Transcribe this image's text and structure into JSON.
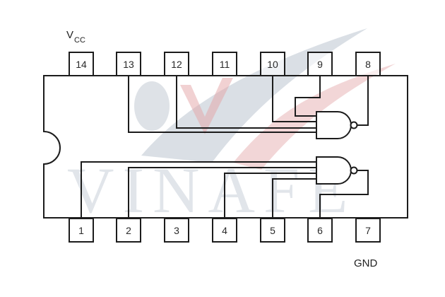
{
  "diagram": {
    "type": "ic-pinout",
    "package": "14-pin DIP",
    "gate_type": "4-input NAND",
    "gate_count": 2,
    "watermark": "VINAFE",
    "colors": {
      "line": "#1c1c1c",
      "pin_text": "#2a2a2a",
      "watermark_gray": "#c2cad4",
      "watermark_red": "#e3a3a6"
    },
    "labels": {
      "vcc_main": "V",
      "vcc_sub": "CC",
      "gnd": "GND"
    },
    "top_pins": [
      {
        "number": "14",
        "function": "VCC"
      },
      {
        "number": "13",
        "function": "Gate 2 input"
      },
      {
        "number": "12",
        "function": "Gate 2 input"
      },
      {
        "number": "11",
        "function": "NC"
      },
      {
        "number": "10",
        "function": "Gate 2 input"
      },
      {
        "number": "9",
        "function": "Gate 2 input"
      },
      {
        "number": "8",
        "function": "Gate 2 output"
      }
    ],
    "bottom_pins": [
      {
        "number": "1",
        "function": "Gate 1 input"
      },
      {
        "number": "2",
        "function": "Gate 1 input"
      },
      {
        "number": "3",
        "function": "NC"
      },
      {
        "number": "4",
        "function": "Gate 1 input"
      },
      {
        "number": "5",
        "function": "Gate 1 input"
      },
      {
        "number": "6",
        "function": "Gate 1 output"
      },
      {
        "number": "7",
        "function": "GND"
      }
    ],
    "gates": [
      {
        "name": "upper-nand",
        "inputs": [
          "13",
          "12",
          "10",
          "9"
        ],
        "output": "8"
      },
      {
        "name": "lower-nand",
        "inputs": [
          "1",
          "2",
          "4",
          "5"
        ],
        "output": "6"
      }
    ]
  }
}
